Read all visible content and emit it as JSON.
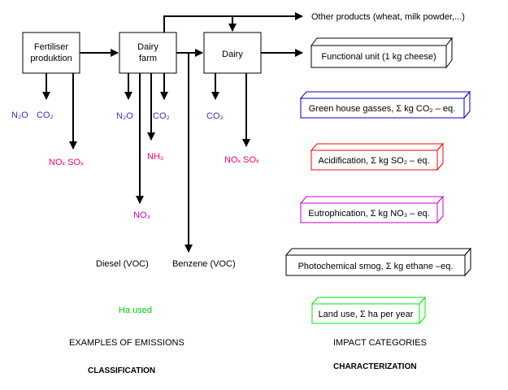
{
  "colors": {
    "ghg": "#0000cc",
    "acid": "#ff0000",
    "eutro": "#cc00cc",
    "smog": "#000000",
    "land": "#00ee00",
    "n2o_co2": "#3333cc",
    "noxsox": "#ff0066",
    "nh3": "#ff0066",
    "no3": "#cc00cc",
    "ha": "#00cc00",
    "text": "#000000"
  },
  "process": {
    "fertiliser_line1": "Fertiliser",
    "fertiliser_line2": "produktion",
    "dairy_farm_line1": "Dairy",
    "dairy_farm_line2": "farm",
    "dairy": "Dairy"
  },
  "outputs": {
    "other_products": "Other products (wheat, milk powder,...)"
  },
  "emissions": {
    "fert_n2o": "N₂O",
    "fert_co2": "CO₂",
    "fert_noxsox": "NOₓ SOₓ",
    "farm_n2o": "N₂O",
    "farm_co2": "CO₂",
    "farm_nh3": "NH₃",
    "farm_no3": "NO₃",
    "dairy_co2": "CO₂",
    "dairy_noxsox": "NOₓ SOₓ",
    "diesel": "Diesel (VOC)",
    "benzene": "Benzene (VOC)",
    "ha_used": "Ha used"
  },
  "impacts": {
    "functional_unit": "Functional unit (1 kg cheese)",
    "ghg": "Green house gasses, Σ kg CO₂ – eq.",
    "acidification": "Acidification, Σ kg SO₂ – eq.",
    "eutrophication": "Eutrophication, Σ kg NO₃ – eq.",
    "smog": "Photochemical smog,  Σ kg ethane –eq.",
    "land_use": "Land use, Σ ha per year"
  },
  "footer": {
    "examples": "EXAMPLES OF EMISSIONS",
    "classification": "CLASSIFICATION",
    "impact_categories": "IMPACT CATEGORIES",
    "characterization": "CHARACTERIZATION"
  }
}
